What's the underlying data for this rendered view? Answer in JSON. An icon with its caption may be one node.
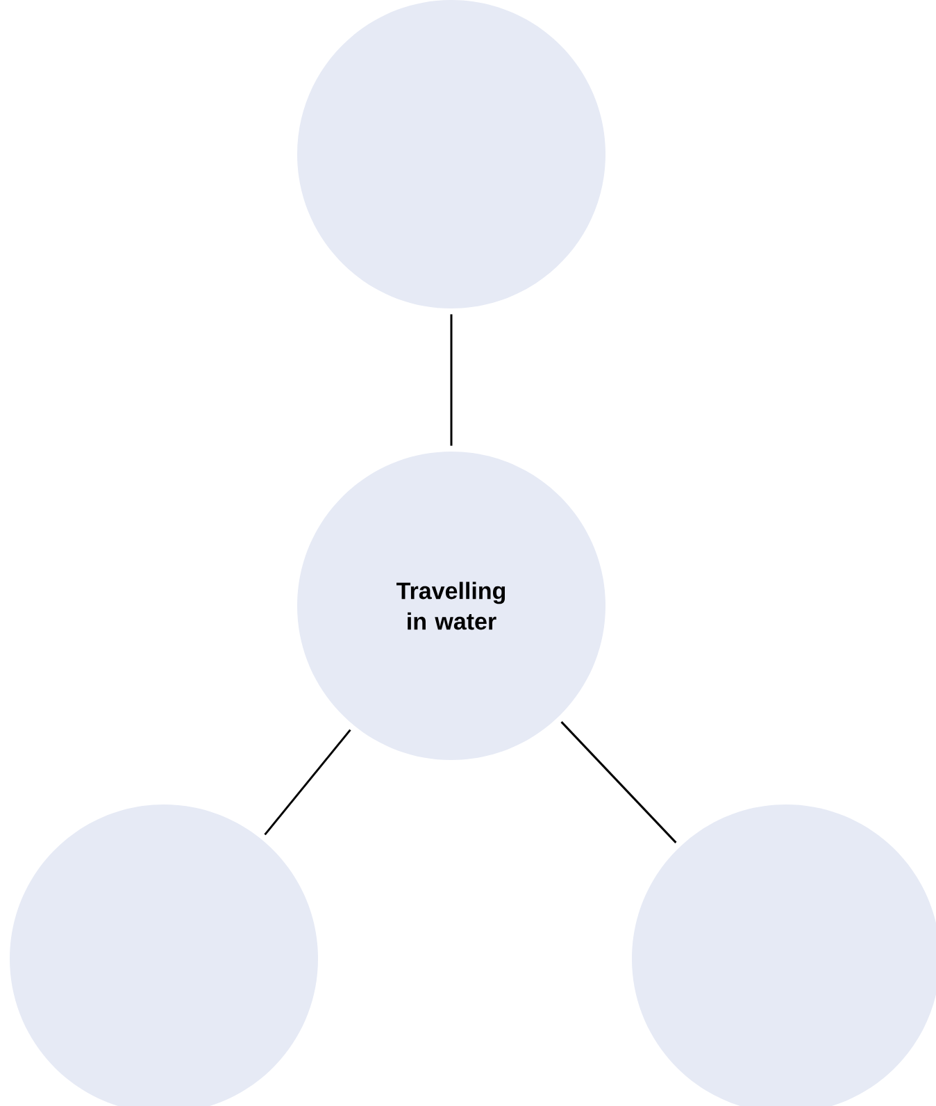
{
  "diagram": {
    "nodes": [
      {
        "text": [],
        "shape": "circle"
      },
      {
        "text": [
          "Travelling in water"
        ]
      },
      {
        "text": [],
        "shape": "circle"
      },
      {
        "text": [],
        "shape": "circle"
      }
    ],
    "edges": [
      {
        "from": 0,
        "to": 1,
        "arrow": "none"
      },
      {
        "from": 1,
        "to": 2,
        "arrow": "none"
      },
      {
        "from": 1,
        "to": 3,
        "arrow": "none"
      }
    ]
  }
}
